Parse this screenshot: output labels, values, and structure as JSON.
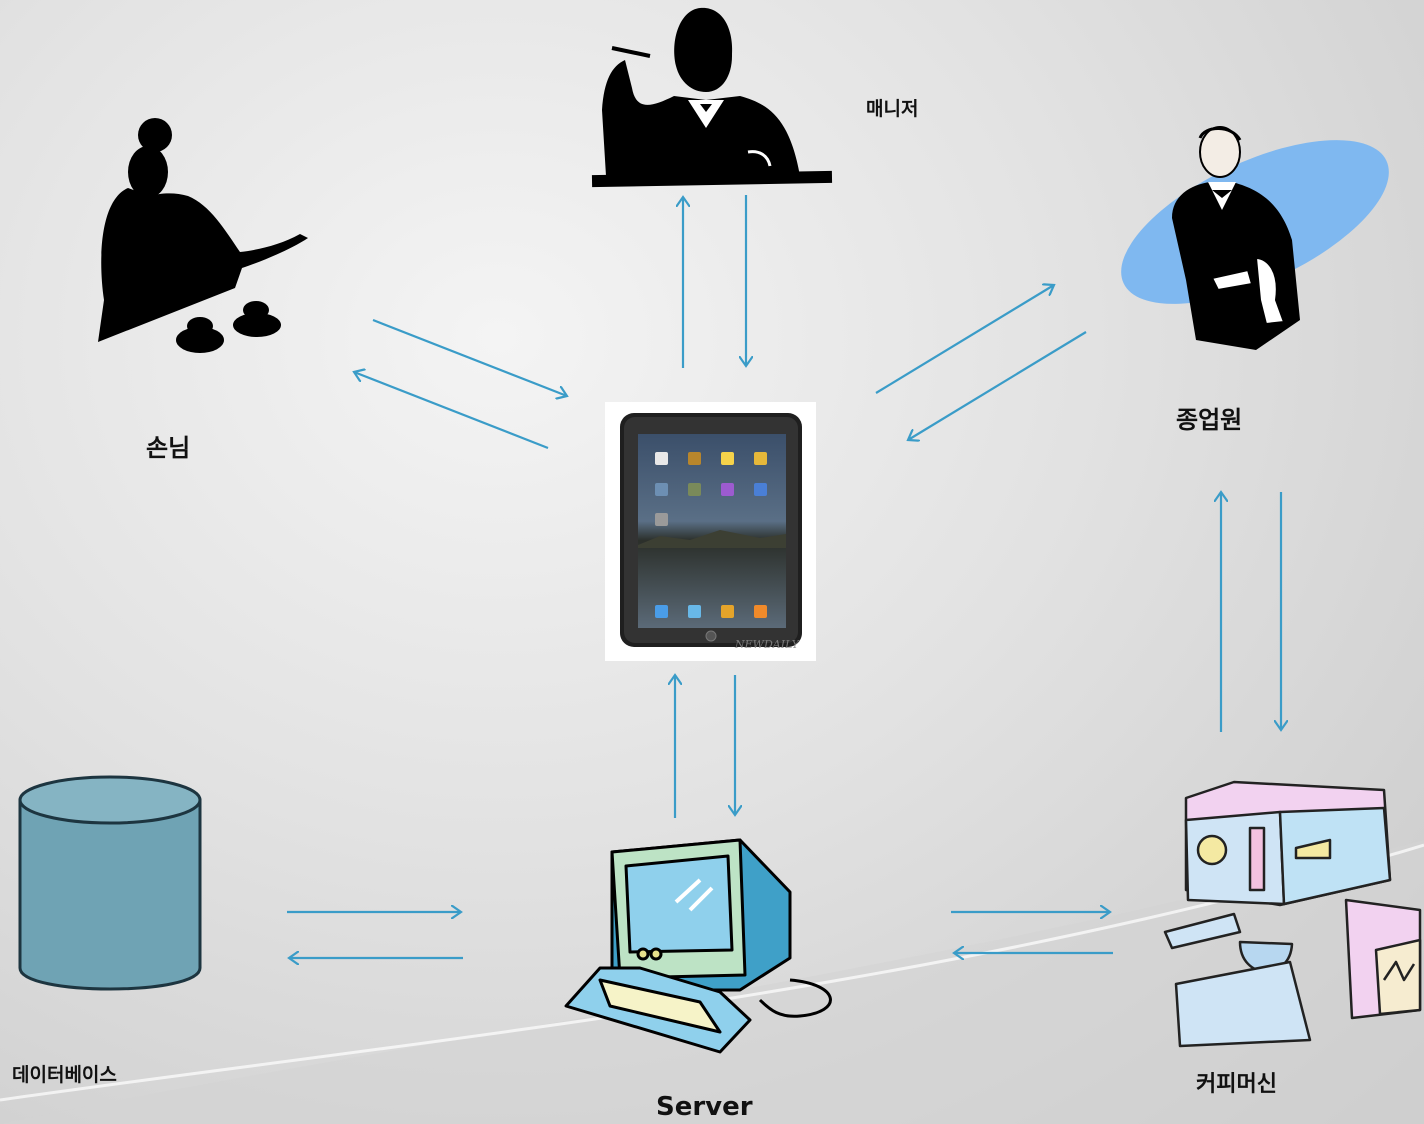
{
  "labels": {
    "manager": "매니저",
    "customer": "손님",
    "employee": "종업원",
    "database": "데이터베이스",
    "coffee_machine": "커피머신",
    "server": "Server"
  },
  "tablet": {
    "watermark": "NEWDAILY"
  },
  "colors": {
    "arrow": "#3a9cc8",
    "database_fill": "#6fa3b4",
    "waiter_ellipse": "#7fb8f0"
  },
  "icons": [
    "customer-silhouette-icon",
    "manager-silhouette-icon",
    "waiter-icon",
    "tablet-icon",
    "database-cylinder-icon",
    "computer-server-icon",
    "coffee-machine-icon"
  ]
}
